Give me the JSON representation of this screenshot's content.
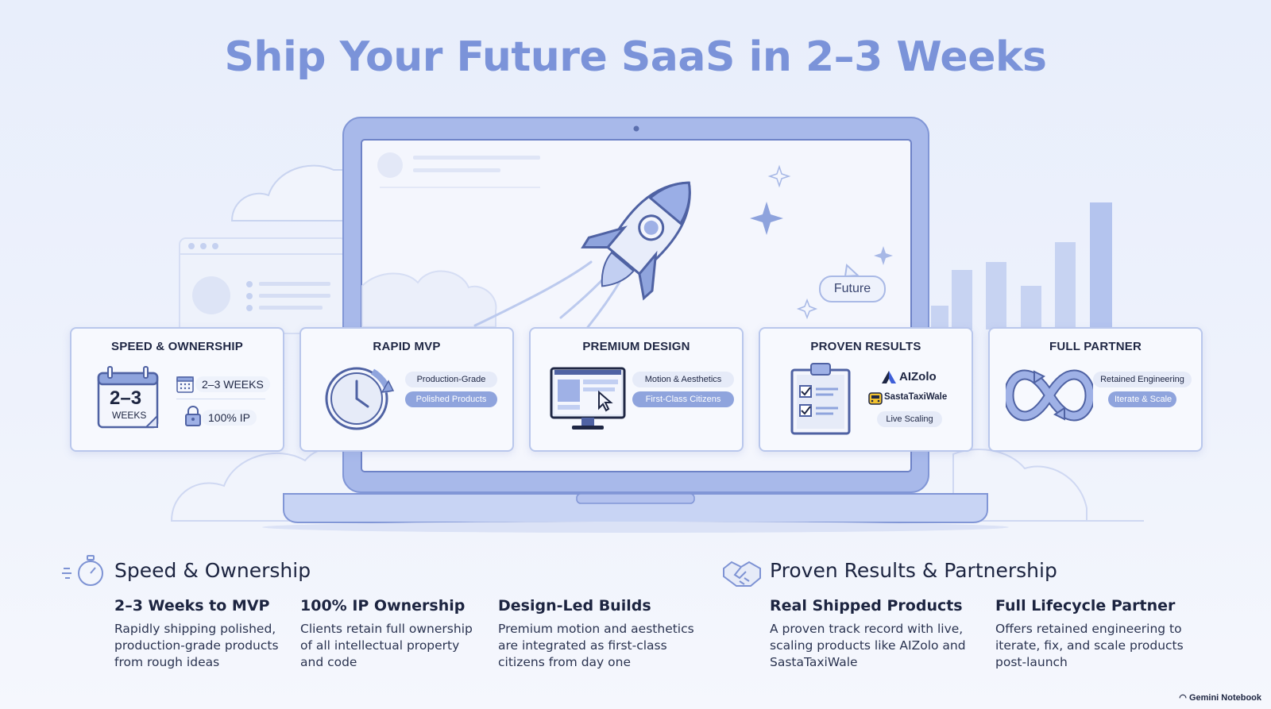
{
  "title": "Ship Your Future SaaS in 2–3 Weeks",
  "future_label": "Future",
  "cards": {
    "speed": {
      "title": "SPEED & OWNERSHIP",
      "cal_number": "2–3",
      "cal_word": "WEEKS",
      "row1": "2–3 WEEKS",
      "row2": "100% IP"
    },
    "mvp": {
      "title": "RAPID MVP",
      "pill1": "Production-Grade",
      "pill2": "Polished Products"
    },
    "design": {
      "title": "PREMIUM DESIGN",
      "pill1": "Motion & Aesthetics",
      "pill2": "First-Class Citizens"
    },
    "results": {
      "title": "PROVEN RESULTS",
      "brand1": "AIZolo",
      "brand2": "SastaTaxiWale",
      "pill": "Live Scaling"
    },
    "partner": {
      "title": "FULL PARTNER",
      "pill1": "Retained Engineering",
      "pill2": "Iterate & Scale"
    }
  },
  "left_section": {
    "heading": "Speed & Ownership",
    "cols": [
      {
        "title": "2–3 Weeks to MVP",
        "body": "Rapidly shipping polished, production-grade products from rough ideas"
      },
      {
        "title": "100% IP Ownership",
        "body": "Clients retain full ownership of all intellectual property and code"
      },
      {
        "title": "Design-Led Builds",
        "body": "Premium motion and aesthetics are integrated as first-class citizens from day one"
      }
    ]
  },
  "right_section": {
    "heading": "Proven Results & Partnership",
    "cols": [
      {
        "title": "Real Shipped Products",
        "body": "A proven track record with live, scaling products like AIZolo and SastaTaxiWale"
      },
      {
        "title": "Full Lifecycle Partner",
        "body": "Offers retained engineering to iterate, fix, and scale products post-launch"
      }
    ]
  },
  "footer": "Gemini Notebook",
  "colors": {
    "accent": "#7b93d9",
    "frame": "#8fa4dd",
    "card_border": "#b9c7ec",
    "text": "#1c2440"
  }
}
